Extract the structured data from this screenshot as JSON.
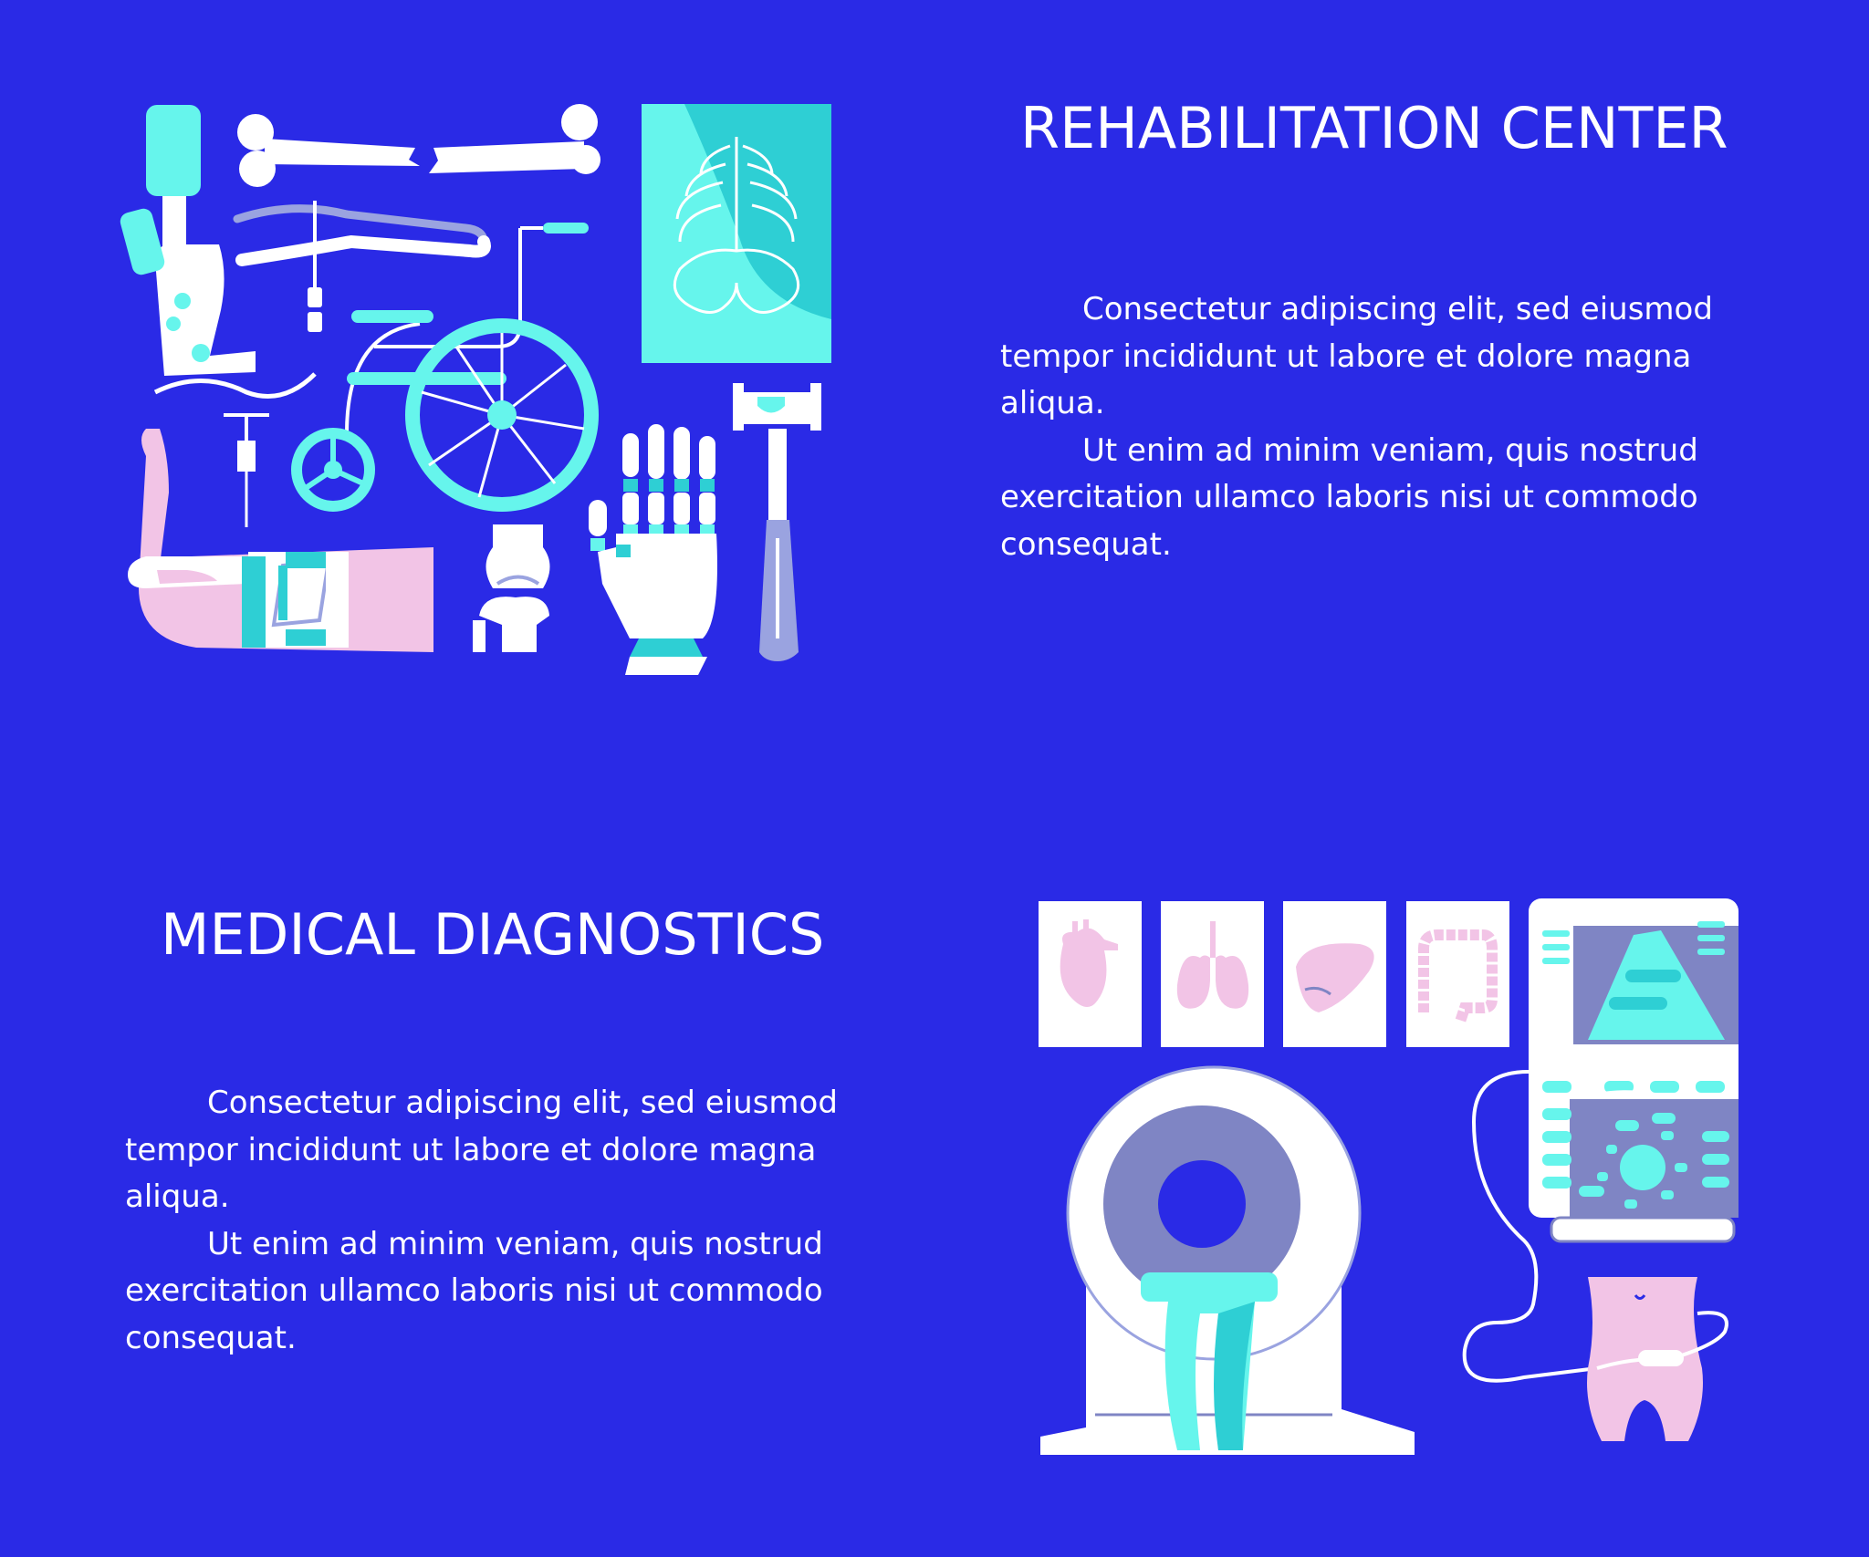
{
  "colors": {
    "background": "#2a2ae6",
    "text": "#ffffff",
    "aqua": "#66f5ec",
    "teal": "#2ecfd4",
    "pink": "#f2c4e6",
    "lavender": "#9aa3e0",
    "slate": "#7f85c4",
    "white": "#ffffff"
  },
  "rehab": {
    "title": "REHABILITATION CENTER",
    "paragraphs": [
      "Consectetur adipiscing elit, sed eiusmod tempor incididunt ut labore et dolore magna aliqua.",
      "Ut enim ad minim veniam, quis nostrud exercitation ullamco laboris nisi ut commodo consequat."
    ]
  },
  "diagnostics": {
    "title": "MEDICAL DIAGNOSTICS",
    "paragraphs": [
      "Consectetur adipiscing elit, sed eiusmod tempor incididunt ut labore et dolore magna aliqua.",
      "Ut enim ad minim veniam, quis nostrud exercitation ullamco laboris nisi ut commodo consequat."
    ]
  },
  "icons": {
    "rehab": [
      "prosthetic-leg-icon",
      "broken-bone-icon",
      "pliers-icon",
      "wheelchair-icon",
      "xray-pelvis-icon",
      "syringe-icon",
      "wrist-brace-icon",
      "knee-joint-icon",
      "prosthetic-hand-icon",
      "reflex-hammer-icon"
    ],
    "diagnostics": [
      "heart-icon",
      "lungs-icon",
      "liver-icon",
      "intestine-icon",
      "mri-scanner-icon",
      "ultrasound-machine-icon",
      "torso-probe-icon"
    ]
  }
}
